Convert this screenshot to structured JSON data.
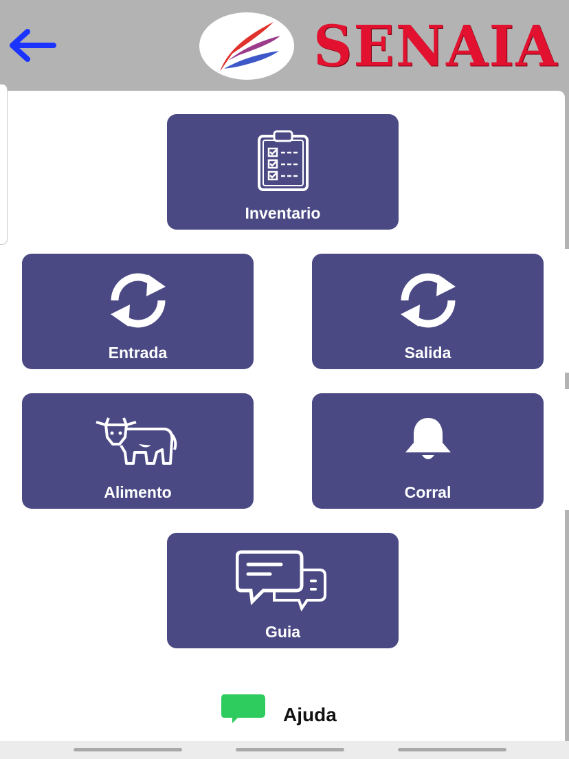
{
  "header": {
    "back_icon": "arrow-left-icon",
    "brand": "SENAIA",
    "colors": {
      "header_bg": "#b3b3b3",
      "brand": "#e1112f",
      "back": "#1a33ff"
    }
  },
  "menu": {
    "inventario": {
      "label": "Inventario",
      "icon": "clipboard-checklist-icon"
    },
    "entrada": {
      "label": "Entrada",
      "icon": "sync-arrows-icon"
    },
    "salida": {
      "label": "Salida",
      "icon": "sync-arrows-icon"
    },
    "alimento": {
      "label": "Alimento",
      "icon": "cow-icon"
    },
    "corral": {
      "label": "Corral",
      "icon": "bell-icon"
    },
    "guia": {
      "label": "Guia",
      "icon": "chat-bubbles-icon"
    },
    "tile_color": "#4a4984"
  },
  "help": {
    "label": "Ajuda",
    "icon": "chat-bubble-icon",
    "color": "#2ecc5f"
  }
}
